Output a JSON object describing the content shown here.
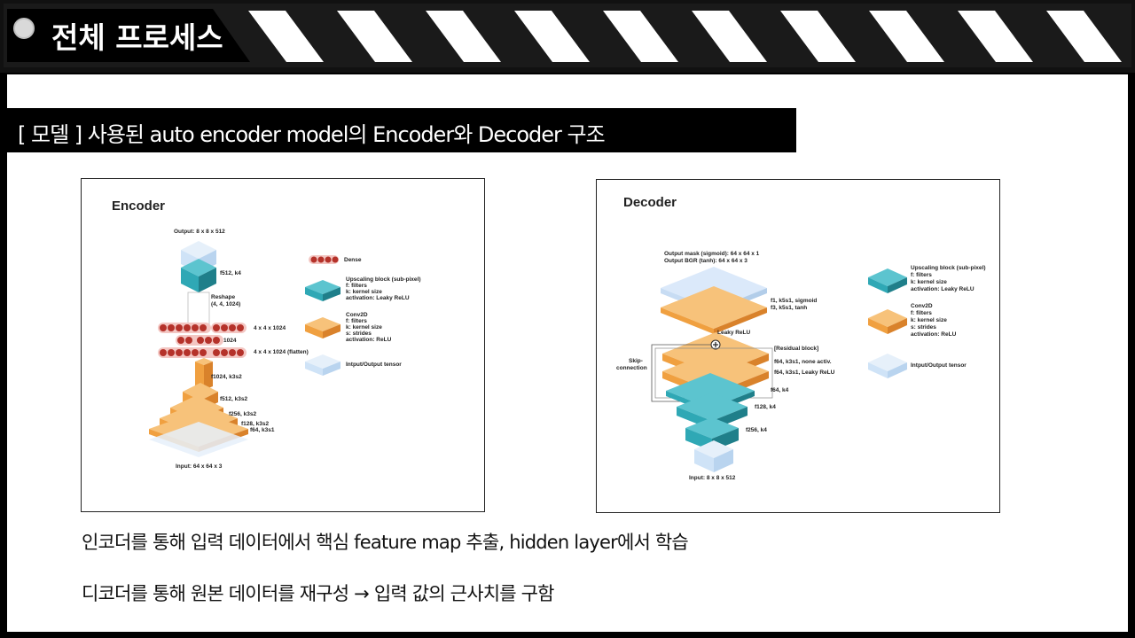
{
  "header": {
    "title": "전체 프로세스"
  },
  "section": {
    "banner": "[ 모델 ] 사용된 auto encoder model의 Encoder와 Decoder 구조"
  },
  "encoder": {
    "title": "Encoder",
    "output_label": "Output: 8 x 8 x 512",
    "f512_k4": "f512, k4",
    "reshape": "Reshape",
    "reshape_dims": "(4, 4, 1024)",
    "dense_4x4x1024": "4 x 4 x 1024",
    "dense_1024": "1024",
    "dense_flatten": "4 x 4 x 1024 (flatten)",
    "f1024": "f1024, k3s2",
    "f512": "f512, k3s2",
    "f256": "f256, k3s2",
    "f128": "f128, k3s2",
    "f64": "f64, k3s1",
    "input_label": "Input: 64 x 64 x 3",
    "legend": {
      "dense": "Dense",
      "upscaling_title": "Upscaling block (sub-pixel)",
      "upscaling_lines": [
        "f: filters",
        "k: kernel size",
        "activation: Leaky ReLU"
      ],
      "conv_title": "Conv2D",
      "conv_lines": [
        "f: filters",
        "k: kernel size",
        "s: strides",
        "activation: ReLU"
      ],
      "io": "Intput/Output tensor"
    }
  },
  "decoder": {
    "title": "Decoder",
    "output_mask": "Output mask (sigmoid): 64 x 64 x 1",
    "output_bgr": "Output BGR (tanh): 64 x 64 x 3",
    "f1_k5s1": "f1, k5s1, sigmoid",
    "f3_k5s1": "f3, k5s1, tanh",
    "leaky_relu": "Leaky ReLU",
    "residual_block": "[Residual block]",
    "res_line1": "f64, k3s1, none activ.",
    "res_line2": "f64, k3s1, Leaky ReLU",
    "skip_1": "Skip-",
    "skip_2": "connection",
    "f64_k4": "f64, k4",
    "f128_k4": "f128, k4",
    "f256_k4": "f256, k4",
    "input_label": "Input: 8 x 8 x 512",
    "legend": {
      "upscaling_title": "Upscaling block (sub-pixel)",
      "upscaling_lines": [
        "f: filters",
        "k: kernel size",
        "activation: Leaky ReLU"
      ],
      "conv_title": "Conv2D",
      "conv_lines": [
        "f: filters",
        "k: kernel size",
        "s: strides",
        "activation: ReLU"
      ],
      "io": "Intput/Output tensor"
    }
  },
  "captions": {
    "line1": "인코더를 통해 입력 데이터에서 핵심 feature map 추출, hidden layer에서 학습",
    "line2": "디코더를 통해 원본 데이터를 재구성 → 입력 값의 근사치를 구함"
  },
  "colors": {
    "orange": "#f0a040",
    "orange_dark": "#d9822b",
    "teal": "#2fa8b5",
    "teal_dark": "#1f7f8a",
    "io_blue": "#cfe3f7",
    "dense_red": "#b5322a"
  }
}
